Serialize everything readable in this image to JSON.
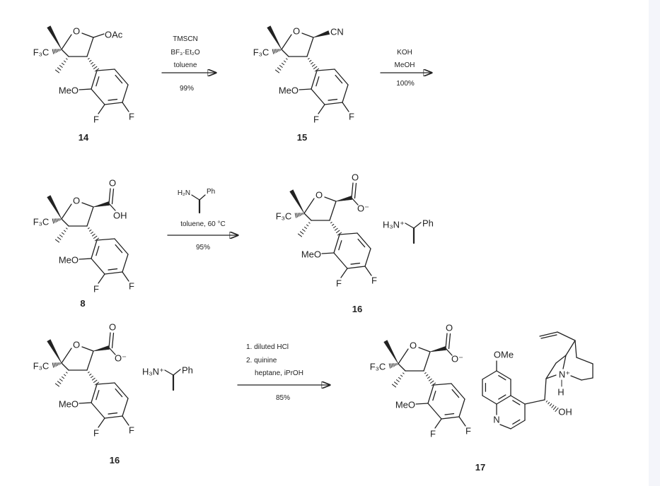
{
  "atoms": {
    "cf3": "F₃C",
    "ome": "MeO",
    "f": "F",
    "o": "O",
    "oac": "OAc",
    "cn": "CN",
    "oh": "OH",
    "o_minus": "O⁻"
  },
  "compounds": {
    "c14": "14",
    "c15": "15",
    "c8": "8",
    "c16a": "16",
    "c16b": "16",
    "c17": "17"
  },
  "salt": {
    "ammonium": "H₃N⁺",
    "ph": "Ph"
  },
  "quinine": {
    "ome": "OMe",
    "n": "N",
    "n_plus": "N⁺",
    "h": "H",
    "oh": "OH"
  },
  "steps": {
    "s1": {
      "reagents": [
        "TMSCN",
        "BF₃·Et₂O",
        "toluene"
      ],
      "yield": "99%"
    },
    "s2": {
      "reagents": [
        "KOH",
        "MeOH"
      ],
      "yield": "100%"
    },
    "s3": {
      "amine": "H₂N",
      "ph": "Ph",
      "conditions": "toluene, 60 °C",
      "yield": "95%"
    },
    "s4": {
      "reagents": [
        "1. diluted HCl",
        "2. quinine",
        "heptane, iPrOH"
      ],
      "yield": "85%"
    }
  },
  "colors": {
    "ink": "#222222",
    "side_band": "#f4f5fa"
  }
}
